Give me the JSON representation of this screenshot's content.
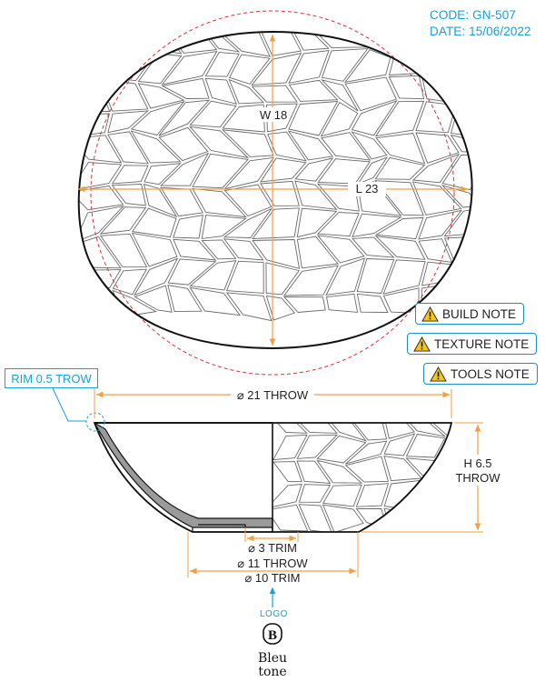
{
  "header": {
    "code": "CODE: GN-507",
    "date": "DATE: 15/06/2022"
  },
  "top_view": {
    "width_label": "W 18",
    "length_label": "L 23"
  },
  "notes": [
    {
      "label": "BUILD NOTE",
      "icon": "warning-icon"
    },
    {
      "label": "TEXTURE NOTE",
      "icon": "warning-icon"
    },
    {
      "label": "TOOLS NOTE",
      "icon": "warning-icon"
    }
  ],
  "side_view": {
    "rim_label": "RIM 0.5 TROW",
    "diameter_top": "⌀ 21 THROW",
    "height_line1": "H 6.5",
    "height_line2": "THROW",
    "foot_inner": "⌀ 3 TRIM",
    "foot_throw": "⌀ 11 THROW",
    "foot_trim": "⌀ 10 TRIM"
  },
  "logo": {
    "caption": "LOGO",
    "monogram": "B",
    "brand_line1": "Bleu",
    "brand_line2": "tone"
  },
  "colors": {
    "accent": "#1aa0d8",
    "dimension": "#f0a040",
    "outline_circle": "#e03030",
    "body_section": "#9a9a9a"
  }
}
